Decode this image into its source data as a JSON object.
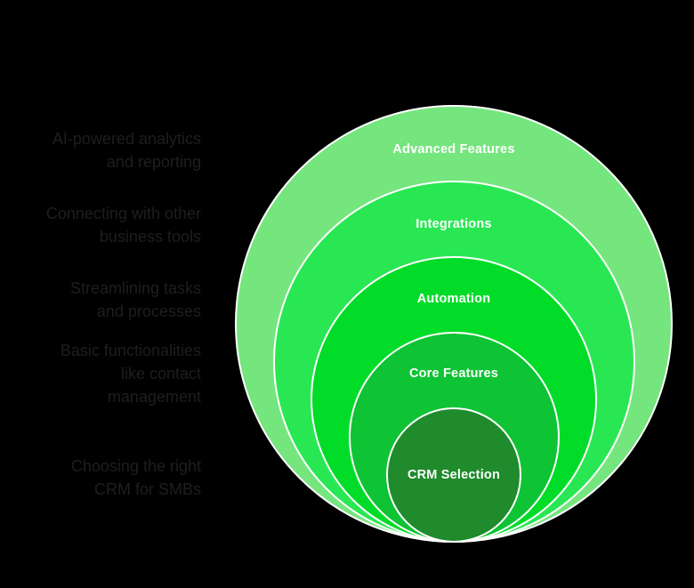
{
  "background_color": "#000000",
  "diagram": {
    "type": "onion-concentric-circles",
    "stroke_color": "#ffffff",
    "rings": [
      {
        "label": "Advanced Features",
        "color": "#75e57e",
        "annotation_lines": [
          "AI-powered analytics",
          "and reporting"
        ]
      },
      {
        "label": "Integrations",
        "color": "#29e753",
        "annotation_lines": [
          "Connecting with other",
          "business tools"
        ]
      },
      {
        "label": "Automation",
        "color": "#00dc28",
        "annotation_lines": [
          "Streamlining tasks",
          "and processes"
        ]
      },
      {
        "label": "Core Features",
        "color": "#0ec334",
        "annotation_lines": [
          "Basic functionalities",
          "like contact",
          "management"
        ]
      },
      {
        "label": "CRM Selection",
        "color": "#1f8b2c",
        "annotation_lines": [
          "Choosing the right",
          "CRM for SMBs"
        ]
      }
    ]
  }
}
